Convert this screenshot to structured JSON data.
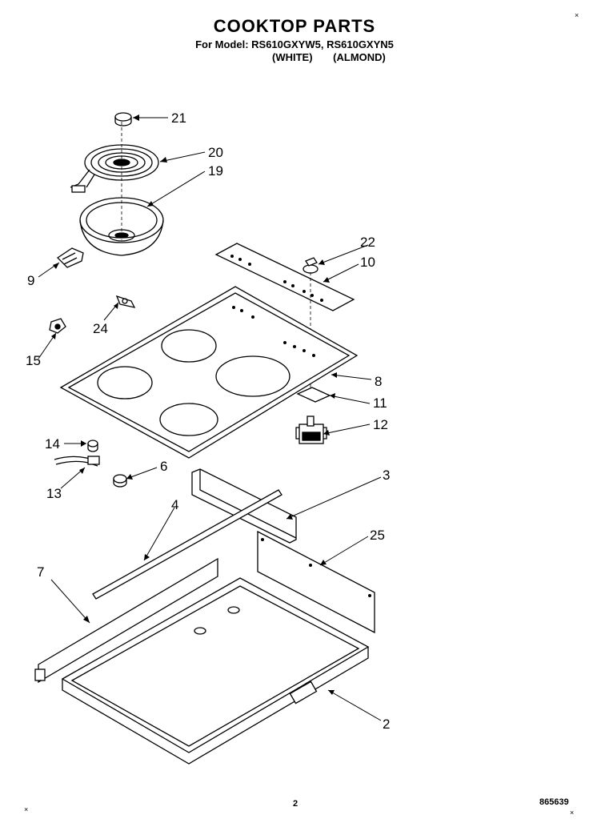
{
  "header": {
    "title": "COOKTOP PARTS",
    "model_line": "For Model: RS610GXYW5, RS610GXYN5",
    "variant_white": "(WHITE)",
    "variant_almond": "(ALMOND)"
  },
  "callouts": {
    "c21": "21",
    "c20": "20",
    "c19": "19",
    "c22": "22",
    "c10": "10",
    "c9": "9",
    "c24": "24",
    "c15": "15",
    "c8": "8",
    "c11": "11",
    "c12": "12",
    "c14": "14",
    "c6": "6",
    "c13": "13",
    "c3": "3",
    "c4": "4",
    "c25": "25",
    "c7": "7",
    "c2": "2"
  },
  "footer": {
    "page_number": "2",
    "doc_code": "865639"
  },
  "marks": {
    "corner": "×"
  }
}
